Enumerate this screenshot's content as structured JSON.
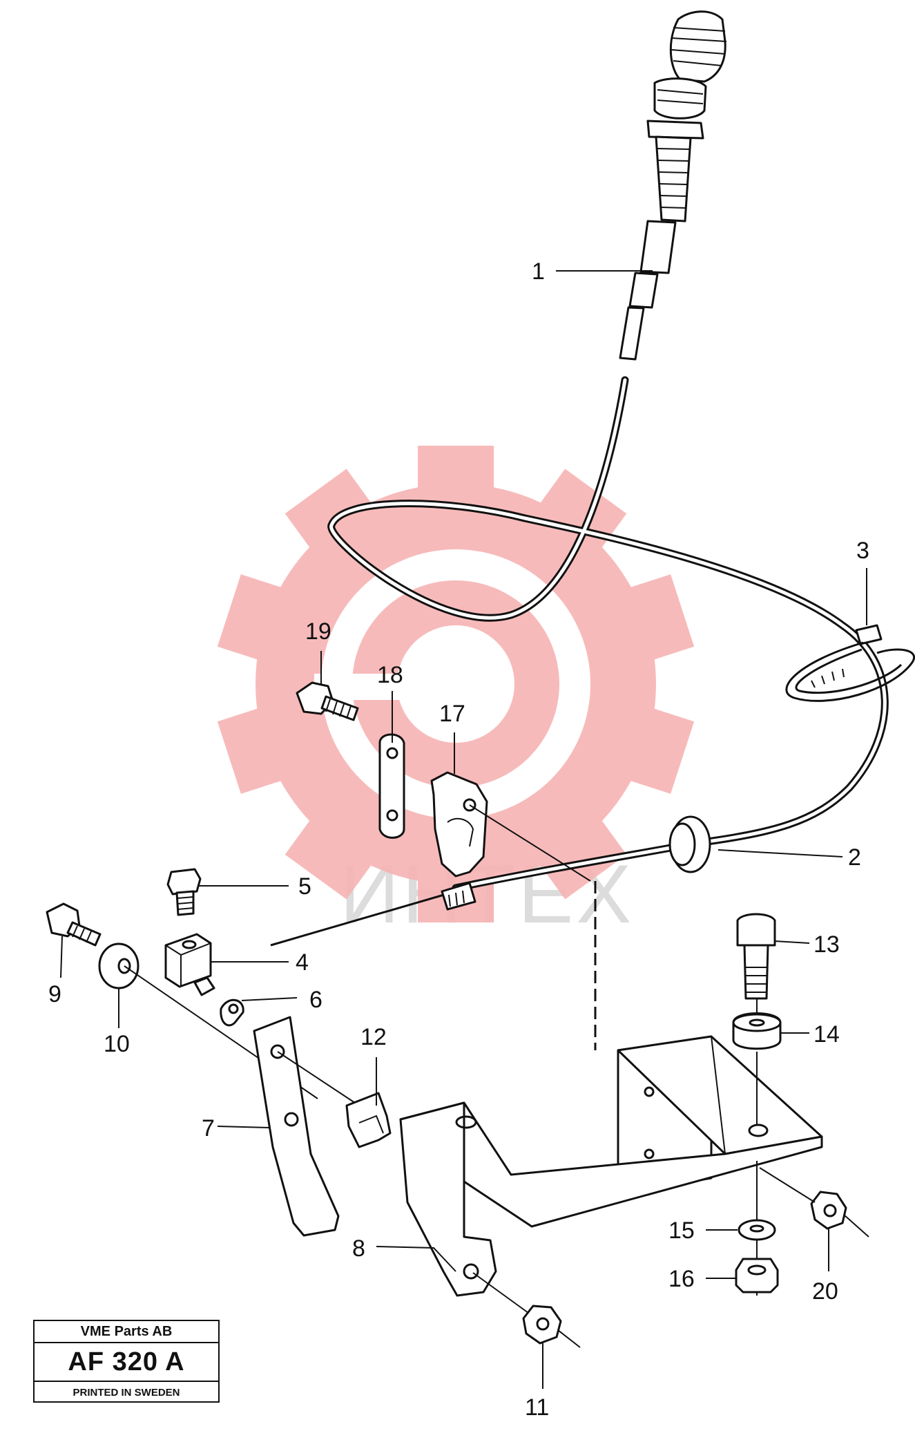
{
  "watermark": {
    "text": "ИНТЕХ",
    "gear_color": "#f6b3b3",
    "text_color": "#dcdcdc"
  },
  "callouts": [
    {
      "id": "1",
      "label": "1"
    },
    {
      "id": "2",
      "label": "2"
    },
    {
      "id": "3",
      "label": "3"
    },
    {
      "id": "4",
      "label": "4"
    },
    {
      "id": "5",
      "label": "5"
    },
    {
      "id": "6",
      "label": "6"
    },
    {
      "id": "7",
      "label": "7"
    },
    {
      "id": "8",
      "label": "8"
    },
    {
      "id": "9",
      "label": "9"
    },
    {
      "id": "10",
      "label": "10"
    },
    {
      "id": "11",
      "label": "11"
    },
    {
      "id": "12",
      "label": "12"
    },
    {
      "id": "13",
      "label": "13"
    },
    {
      "id": "14",
      "label": "14"
    },
    {
      "id": "15",
      "label": "15"
    },
    {
      "id": "16",
      "label": "16"
    },
    {
      "id": "17",
      "label": "17"
    },
    {
      "id": "18",
      "label": "18"
    },
    {
      "id": "19",
      "label": "19"
    },
    {
      "id": "20",
      "label": "20"
    }
  ],
  "title_block": {
    "company": "VME Parts AB",
    "code": "AF 320 A",
    "printed": "PRINTED IN SWEDEN"
  }
}
